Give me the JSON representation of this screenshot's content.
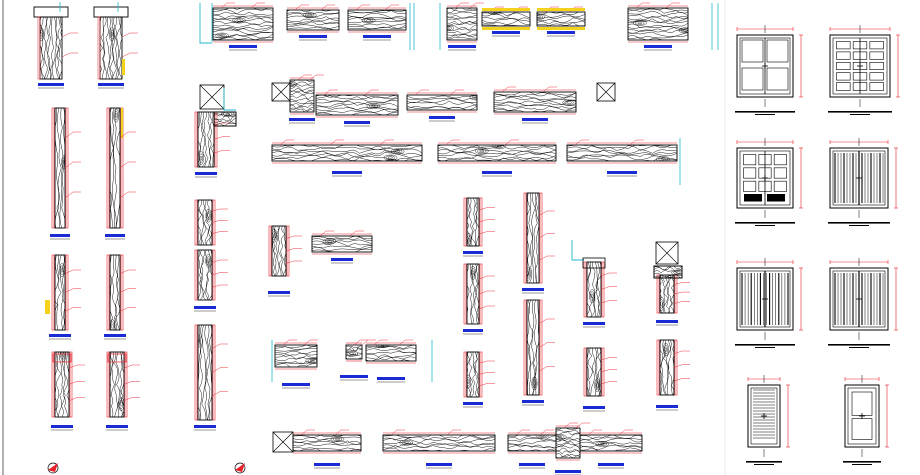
{
  "drawing": {
    "background": "#ffffff",
    "colors": {
      "outline": "#000000",
      "dimension": "#e8202a",
      "title_bar": "#1a2bd6",
      "accent_yellow": "#f2d21a",
      "frame_cyan": "#1fb6c8",
      "leader": "#e8202a"
    },
    "blocks": [
      {
        "id": "vertical-section-tall",
        "kind": "vertical-section"
      },
      {
        "id": "horizontal-section",
        "kind": "horizontal-section"
      },
      {
        "id": "door-elevation",
        "kind": "elevation"
      },
      {
        "id": "section-callout",
        "kind": "callout"
      }
    ],
    "elevations": [
      {
        "id": "door-double-panel",
        "style": "double-panel"
      },
      {
        "id": "door-grid-panel",
        "style": "grid-panel"
      },
      {
        "id": "door-glass-grid",
        "style": "glass-grid"
      },
      {
        "id": "door-vertical-slats",
        "style": "vertical-slats"
      },
      {
        "id": "door-slats-a",
        "style": "slats"
      },
      {
        "id": "door-slats-b",
        "style": "slats"
      },
      {
        "id": "door-single-louver",
        "style": "louver"
      },
      {
        "id": "door-single-glass",
        "style": "single-glass"
      }
    ]
  }
}
